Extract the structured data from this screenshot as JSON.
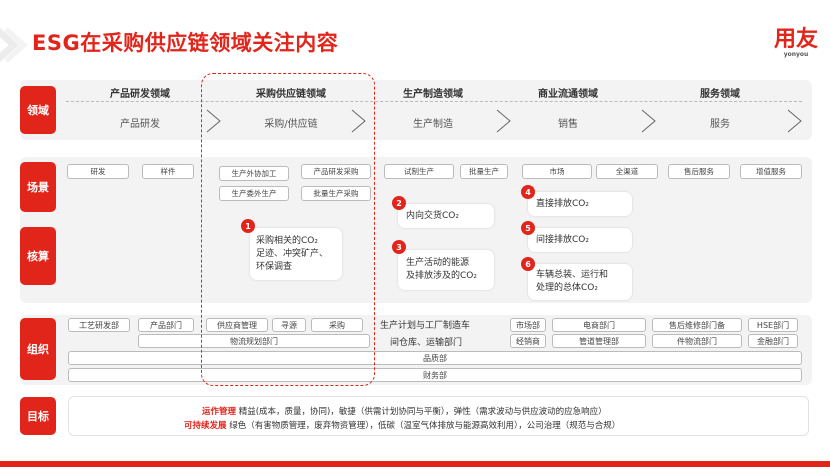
{
  "header": {
    "title": "ESG在采购供应链领域关注内容",
    "logo_cn": "用友",
    "logo_en": "yonyou"
  },
  "rows": {
    "domain": "领域",
    "scene": "场景",
    "accounting": "核算",
    "org": "组织",
    "goal": "目标"
  },
  "domains": [
    {
      "head": "产品研发领域",
      "label": "产品研发"
    },
    {
      "head": "采购供应链领域",
      "label": "采购/供应链"
    },
    {
      "head": "生产制造领域",
      "label": "生产制造"
    },
    {
      "head": "商业流通领域",
      "label": "销售"
    },
    {
      "head": "服务领域",
      "label": "服务"
    }
  ],
  "scenes": {
    "rd1": "研发",
    "rd2": "样件",
    "pu1": "生产外协加工",
    "pu2": "产品研发采购",
    "pu3": "生产委外生产",
    "pu4": "批量生产采购",
    "mf1": "试制生产",
    "mf2": "批量生产",
    "cm1": "市场",
    "cm2": "全渠道",
    "sv1": "售后服务",
    "sv2": "增值服务"
  },
  "accounting": [
    {
      "num": "1",
      "lines": [
        "采购相关的CO₂",
        "足迹、冲突矿产、",
        "环保调查"
      ]
    },
    {
      "num": "2",
      "lines": [
        "内向交货CO₂"
      ]
    },
    {
      "num": "3",
      "lines": [
        "生产活动的能源",
        "及排放涉及的CO₂"
      ]
    },
    {
      "num": "4",
      "lines": [
        "直接排放CO₂"
      ]
    },
    {
      "num": "5",
      "lines": [
        "间接排放CO₂"
      ]
    },
    {
      "num": "6",
      "lines": [
        "车辆总装、运行和",
        "处理的总体CO₂"
      ]
    }
  ],
  "org": {
    "o1": "工艺研发部",
    "o2": "产品部门",
    "o3": "供应商管理",
    "o4": "寻源",
    "o5": "采购",
    "o6": "生产计划与工厂制造车",
    "o7": "市场部",
    "o8": "电商部门",
    "o9": "售后维修部门备",
    "o10": "HSE部门",
    "o11": "物流规划部门",
    "o12": "间仓库、运输部门",
    "o13": "经销商",
    "o14": "管道管理部",
    "o15": "件物流部门",
    "o16": "金融部门",
    "o17": "品质部",
    "o18": "财务部"
  },
  "goal": {
    "k1": "运作管理",
    "t1": "精益(成本，质量，协同)，敏捷（供需计划协同与平衡），弹性（需求波动与供应波动的应急响应）",
    "k2": "可持续发展",
    "t2": "绿色（有害物质管理，废弃物资管理），低碳（温室气体排放与能源高效利用），公司治理（规范与合规）"
  },
  "colors": {
    "accent": "#e1251b",
    "panel": "#f3f3f3",
    "chip_border": "#bbbbbb"
  }
}
